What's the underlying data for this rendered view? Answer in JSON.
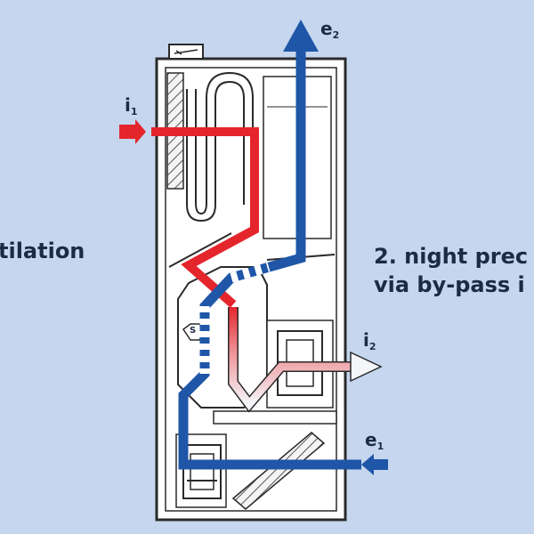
{
  "captions": {
    "left_partial": "tilation",
    "right_line1": "2. night prec",
    "right_line2": "via by-pass i"
  },
  "flows": {
    "i1": {
      "letter": "i",
      "sub": "1"
    },
    "i2": {
      "letter": "i",
      "sub": "2"
    },
    "e1": {
      "letter": "e",
      "sub": "1"
    },
    "e2": {
      "letter": "e",
      "sub": "2"
    }
  },
  "bypass_symbol": "S",
  "colors": {
    "background": "#c5d6ee",
    "supply_warm": "#e4262c",
    "exhaust_cool": "#1f56a8",
    "supply_out": "#f4f6fa",
    "unit_fill": "#ffffff",
    "unit_stroke": "#2a2a2a"
  }
}
